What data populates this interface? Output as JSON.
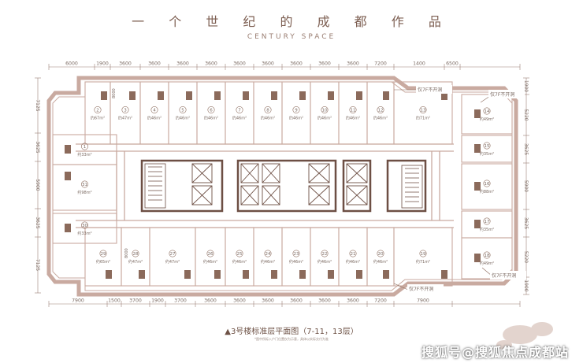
{
  "title": "一 个 世 纪 的 成 都 作 品",
  "subtitle": "CENTURY SPACE",
  "dimensions_top": [
    "6000",
    "1900",
    "3600",
    "3600",
    "3600",
    "3600",
    "3600",
    "3600",
    "3600",
    "3600",
    "3600",
    "7200",
    "1400",
    "6500"
  ],
  "dimensions_bottom": [
    "7900",
    "1500",
    "3700",
    "1900",
    "3700",
    "3600",
    "3600",
    "3600",
    "3600",
    "3600",
    "3600",
    "7200",
    "7900"
  ],
  "dimensions_left": [
    "7125",
    "3625",
    "5900",
    "3625",
    "7125"
  ],
  "dimensions_right": [
    "1900",
    "5220",
    "3625",
    "5900",
    "3625",
    "5220",
    "1900"
  ],
  "top_units": [
    {
      "no": "2",
      "area": "约67m²"
    },
    {
      "no": "3",
      "area": "约47m²"
    },
    {
      "no": "4",
      "area": "约46m²"
    },
    {
      "no": "5",
      "area": "约46m²"
    },
    {
      "no": "6",
      "area": "约46m²"
    },
    {
      "no": "7",
      "area": "约46m²"
    },
    {
      "no": "8",
      "area": "约46m²"
    },
    {
      "no": "9",
      "area": "约46m²"
    },
    {
      "no": "10",
      "area": "约46m²"
    },
    {
      "no": "11",
      "area": "约46m²"
    },
    {
      "no": "12",
      "area": "约46m²"
    },
    {
      "no": "13",
      "area": "约71m²"
    }
  ],
  "bottom_units": [
    {
      "no": "29",
      "area": "约65m²"
    },
    {
      "no": "28",
      "area": "约47m²"
    },
    {
      "no": "27",
      "area": "约47m²"
    },
    {
      "no": "26",
      "area": "约46m²"
    },
    {
      "no": "25",
      "area": "约46m²"
    },
    {
      "no": "24",
      "area": "约46m²"
    },
    {
      "no": "23",
      "area": "约46m²"
    },
    {
      "no": "22",
      "area": "约46m²"
    },
    {
      "no": "21",
      "area": "约46m²"
    },
    {
      "no": "20",
      "area": "约46m²"
    },
    {
      "no": "19",
      "area": "约71m²"
    }
  ],
  "left_units": [
    {
      "no": "1",
      "area": "约33m²"
    },
    {
      "no": "31",
      "area": "约98m²"
    },
    {
      "no": "30",
      "area": "约33m²"
    }
  ],
  "right_units": [
    {
      "no": "14",
      "area": "约49m²"
    },
    {
      "no": "15",
      "area": "约35m²"
    },
    {
      "no": "16",
      "area": "约88m²"
    },
    {
      "no": "17",
      "area": "约35m²"
    },
    {
      "no": "18",
      "area": "约49m²"
    }
  ],
  "wall_label_top": "8000",
  "wall_label_bottom": "8000",
  "callout_top_a": "仅7F不开洞",
  "callout_top_b": "仅7F不开洞",
  "callout_bottom": "仅7F不开洞",
  "caption": "▲3号楼标准层平面图（7-11，13层）",
  "note": "*图中所标入户门位置仅为示意，具体以实际交付为准",
  "watermark": "搜狐号@搜狐焦点成都站",
  "colors": {
    "wall": "#c9aaa0",
    "wall_dark": "#8d6a5c",
    "column": "#8b6a5b",
    "core": "#6d4f44",
    "text": "#7b6a62"
  }
}
